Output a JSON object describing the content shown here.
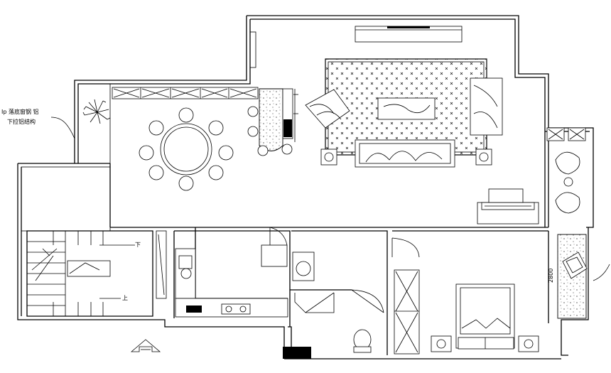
{
  "annotations": {
    "balcony_note_line1": "Ip 落底窗钢 铝",
    "balcony_note_line2": "下拉铝结构",
    "stair_down": "下",
    "stair_up": "上",
    "dimension": "2800"
  }
}
